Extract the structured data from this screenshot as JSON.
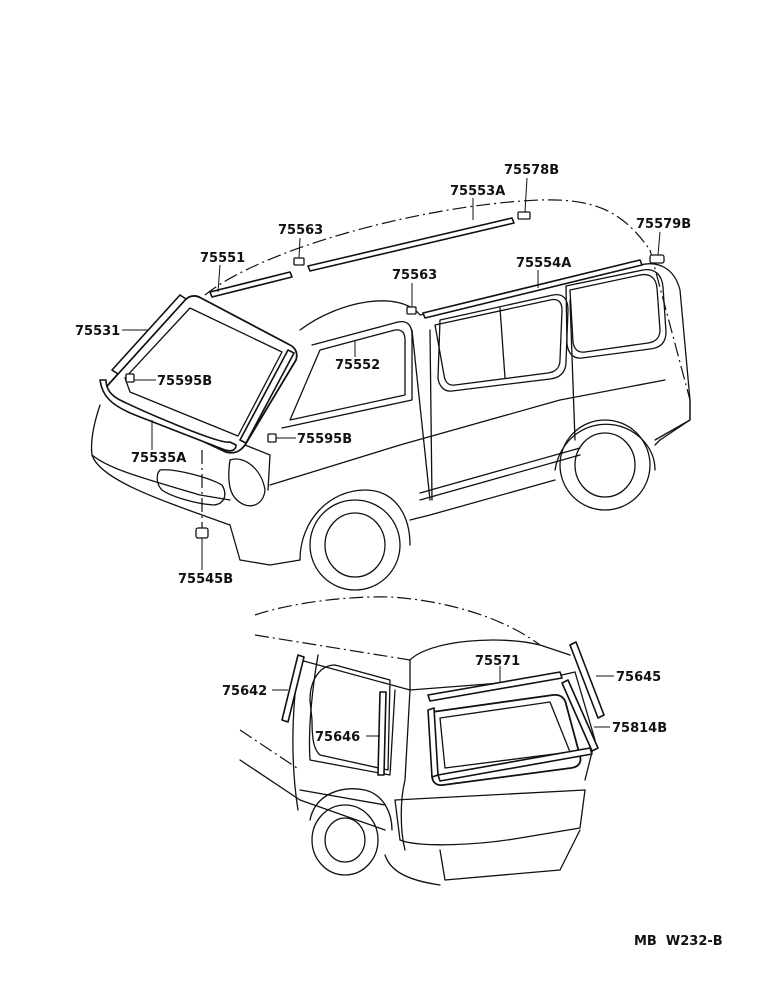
{
  "parts": [
    {
      "id": "p1",
      "label": "75578B"
    },
    {
      "id": "p2",
      "label": "75553A"
    },
    {
      "id": "p3",
      "label": "75579B"
    },
    {
      "id": "p4",
      "label": "75563"
    },
    {
      "id": "p5",
      "label": "75551"
    },
    {
      "id": "p6",
      "label": "75563"
    },
    {
      "id": "p7",
      "label": "75554A"
    },
    {
      "id": "p8",
      "label": "75531"
    },
    {
      "id": "p9",
      "label": "75552"
    },
    {
      "id": "p10",
      "label": "75595B"
    },
    {
      "id": "p11",
      "label": "75595B"
    },
    {
      "id": "p12",
      "label": "75535A"
    },
    {
      "id": "p13",
      "label": "75545B"
    },
    {
      "id": "p14",
      "label": "75571"
    },
    {
      "id": "p15",
      "label": "75645"
    },
    {
      "id": "p16",
      "label": "75642"
    },
    {
      "id": "p17",
      "label": "75646"
    },
    {
      "id": "p18",
      "label": "75814B"
    }
  ],
  "figure_code": "MB  W232-B"
}
